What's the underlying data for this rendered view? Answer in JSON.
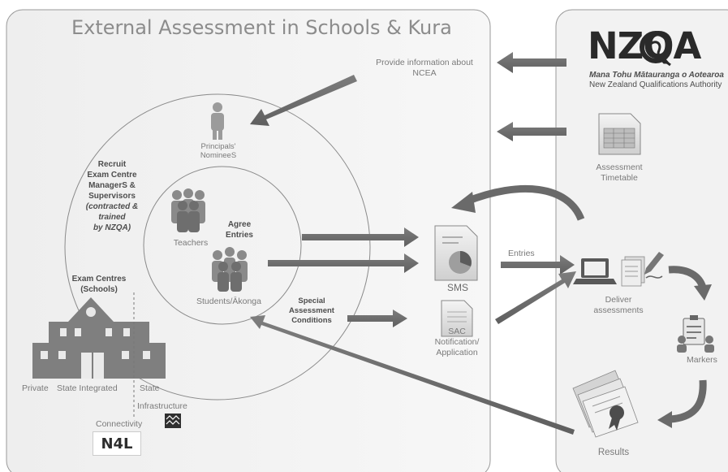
{
  "title": "External Assessment in Schools & Kura",
  "nzqa": {
    "logo_text": "NZQA",
    "subtitle_maori": "Mana Tohu Mātauranga o Aotearoa",
    "subtitle_english": "New Zealand Qualifications Authority",
    "provide_info_line1": "Provide information about",
    "provide_info_line2": "NCEA",
    "timetable_line1": "Assessment",
    "timetable_line2": "Timetable"
  },
  "school": {
    "principals_line1": "Principals'",
    "principals_line2": "NomineeS",
    "recruit": [
      "Recruit",
      "Exam Centre",
      "ManagerS &",
      "Supervisors"
    ],
    "recruit_note": [
      "(contracted &",
      "trained",
      "by NZQA)"
    ],
    "teachers": "Teachers",
    "agree_entries_line1": "Agree",
    "agree_entries_line2": "Entries",
    "students": "Students/Ākonga",
    "special_line1": "Special",
    "special_line2": "Assessment",
    "special_line3": "Conditions",
    "exam_centres_line1": "Exam Centres",
    "exam_centres_line2": "(Schools)",
    "school_types": [
      "Private",
      "State Integrated",
      "State"
    ],
    "infrastructure": "Infrastructure",
    "connectivity": "Connectivity",
    "n4l": "N4L"
  },
  "middle": {
    "sms": "SMS",
    "sac_lines": [
      "SAC",
      "Notification/",
      "Application"
    ],
    "entries": "Entries"
  },
  "right": {
    "deliver_line1": "Deliver",
    "deliver_line2": "assessments",
    "markers": "Markers",
    "results": "Results"
  }
}
